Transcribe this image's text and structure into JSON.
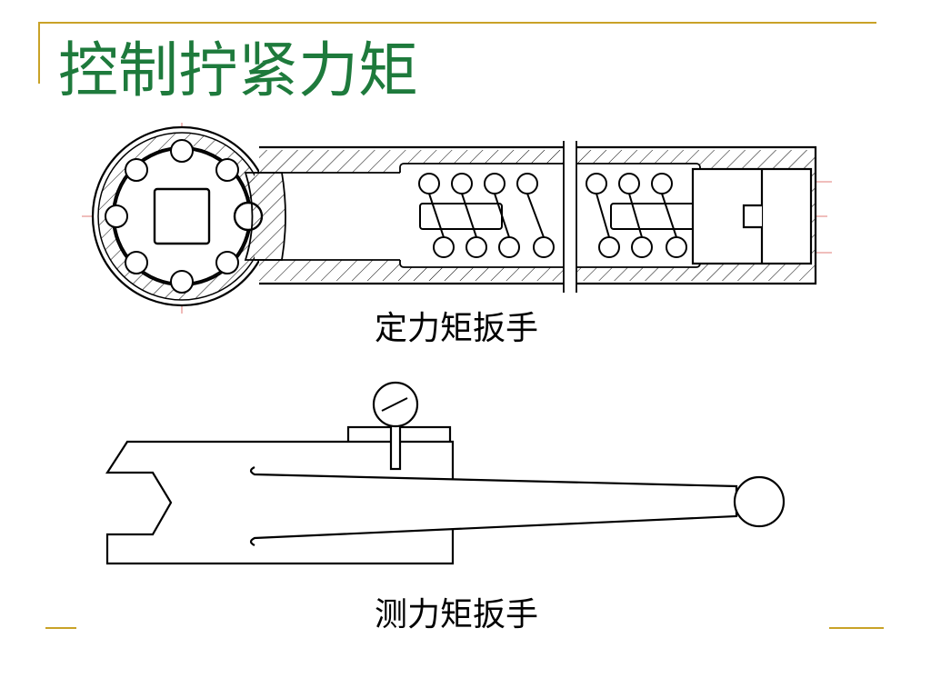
{
  "slide": {
    "title": "控制拧紧力矩",
    "accent_color": "#c9a227",
    "title_color": "#1e7a3c"
  },
  "figures": [
    {
      "caption": "定力矩扳手"
    },
    {
      "caption": "测力矩扳手"
    }
  ]
}
